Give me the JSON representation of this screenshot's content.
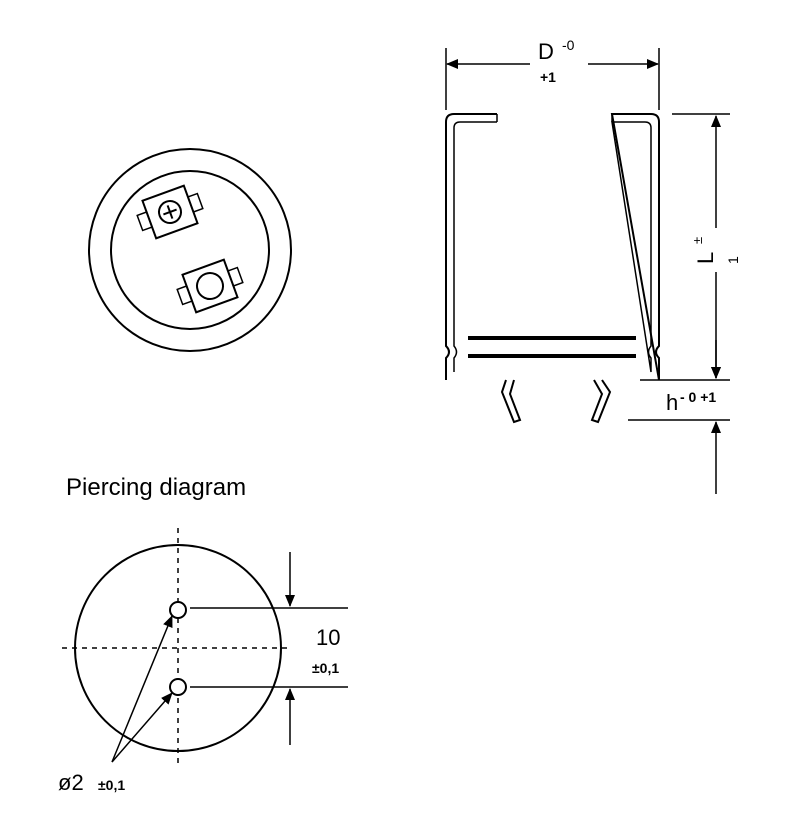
{
  "dimensions": {
    "diameter": {
      "symbol": "D",
      "upper": "-0",
      "lower": "+1"
    },
    "length": {
      "symbol": "L",
      "tol_sign": "±",
      "tol_value": "1"
    },
    "height": {
      "symbol": "h",
      "tol": "- 0 +1"
    }
  },
  "piercing": {
    "title": "Piercing diagram",
    "spacing_value": "10",
    "spacing_tol": "±0,1",
    "hole_prefix": "ø2",
    "hole_tol": "±0,1"
  },
  "colors": {
    "line": "#000000",
    "background": "#ffffff"
  }
}
